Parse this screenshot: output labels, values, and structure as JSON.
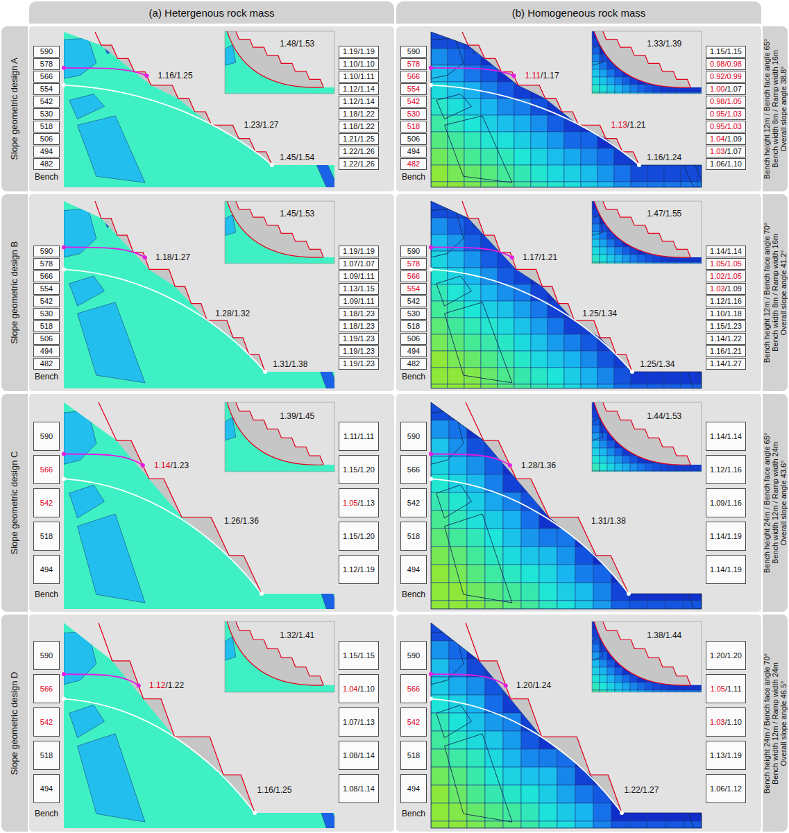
{
  "diagram": {
    "nodes": [
      {
        "text": [
          "(a) Hetergenous rock mass"
        ]
      },
      {
        "text": [
          "(b) Homogeneous rock mass"
        ]
      },
      {
        "text": [
          "Slope geometric design A"
        ]
      },
      {
        "text": [
          "590"
        ]
      },
      {
        "text": [
          "578"
        ]
      },
      {
        "text": [
          "566"
        ]
      },
      {
        "text": [
          "554"
        ]
      },
      {
        "text": [
          "542"
        ]
      },
      {
        "text": [
          "530"
        ]
      },
      {
        "text": [
          "518"
        ]
      },
      {
        "text": [
          "506"
        ]
      },
      {
        "text": [
          "494"
        ]
      },
      {
        "text": [
          "482"
        ]
      },
      {
        "text": [
          "1.19/1.19"
        ]
      },
      {
        "text": [
          "1.10/1.10"
        ]
      },
      {
        "text": [
          "1.10/1.11"
        ]
      },
      {
        "text": [
          "1.12/1.14"
        ]
      },
      {
        "text": [
          "1.12/1.14"
        ]
      },
      {
        "text": [
          "1.18/1.22"
        ]
      },
      {
        "text": [
          "1.18/1.22"
        ]
      },
      {
        "text": [
          "1.21/1.25"
        ]
      },
      {
        "text": [
          "1.22/1.26"
        ]
      },
      {
        "text": [
          "1.22/1.26"
        ]
      },
      {
        "text": [
          "590"
        ]
      },
      {
        "text": [
          "578"
        ]
      },
      {
        "text": [
          "566"
        ]
      },
      {
        "text": [
          "554"
        ]
      },
      {
        "text": [
          "542"
        ]
      },
      {
        "text": [
          "530"
        ]
      },
      {
        "text": [
          "518"
        ]
      },
      {
        "text": [
          "506"
        ]
      },
      {
        "text": [
          "494"
        ]
      },
      {
        "text": [
          "482"
        ]
      },
      {
        "text": [
          "1.15/1.15"
        ]
      },
      {
        "text": [
          "0.98/0.98"
        ]
      },
      {
        "text": [
          "0.92/0.99"
        ]
      },
      {
        "text": [
          "1.00/1.07"
        ]
      },
      {
        "text": [
          "0.98/1.05"
        ]
      },
      {
        "text": [
          "0.95/1.03"
        ]
      },
      {
        "text": [
          "0.95/1.03"
        ]
      },
      {
        "text": [
          "1.04/1.09"
        ]
      },
      {
        "text": [
          "1.03/1.07"
        ]
      },
      {
        "text": [
          "1.06/1.10"
        ]
      },
      {
        "text": [
          "Bench height 12m / Bench face angle 65°",
          "Bench width 8m / Ramp width 16m",
          "Overall slope angle 38.8°"
        ]
      },
      {
        "text": [
          "Slope geometric design B"
        ]
      },
      {
        "text": [
          "590"
        ]
      },
      {
        "text": [
          "578"
        ]
      },
      {
        "text": [
          "566"
        ]
      },
      {
        "text": [
          "554"
        ]
      },
      {
        "text": [
          "542"
        ]
      },
      {
        "text": [
          "530"
        ]
      },
      {
        "text": [
          "518"
        ]
      },
      {
        "text": [
          "506"
        ]
      },
      {
        "text": [
          "494"
        ]
      },
      {
        "text": [
          "482"
        ]
      },
      {
        "text": [
          "1.19/1.19"
        ]
      },
      {
        "text": [
          "1.07/1.07"
        ]
      },
      {
        "text": [
          "1.09/1.11"
        ]
      },
      {
        "text": [
          "1.13/1.15"
        ]
      },
      {
        "text": [
          "1.09/1.11"
        ]
      },
      {
        "text": [
          "1.18/1.23"
        ]
      },
      {
        "text": [
          "1.18/1.23"
        ]
      },
      {
        "text": [
          "1.19/1.23"
        ]
      },
      {
        "text": [
          "1.19/1.23"
        ]
      },
      {
        "text": [
          "1.19/1.23"
        ]
      },
      {
        "text": [
          "590"
        ]
      },
      {
        "text": [
          "578"
        ]
      },
      {
        "text": [
          "566"
        ]
      },
      {
        "text": [
          "554"
        ]
      },
      {
        "text": [
          "542"
        ]
      },
      {
        "text": [
          "530"
        ]
      },
      {
        "text": [
          "518"
        ]
      },
      {
        "text": [
          "506"
        ]
      },
      {
        "text": [
          "494"
        ]
      },
      {
        "text": [
          "482"
        ]
      },
      {
        "text": [
          "1.14/1.14"
        ]
      },
      {
        "text": [
          "1.05/1.05"
        ]
      },
      {
        "text": [
          "1.02/1.05"
        ]
      },
      {
        "text": [
          "1.03/1.09"
        ]
      },
      {
        "text": [
          "1.12/1.16"
        ]
      },
      {
        "text": [
          "1.10/1.18"
        ]
      },
      {
        "text": [
          "1.15/1.23"
        ]
      },
      {
        "text": [
          "1.14/1.22"
        ]
      },
      {
        "text": [
          "1.16/1.21"
        ]
      },
      {
        "text": [
          "1.14/1.27"
        ]
      },
      {
        "text": [
          "Bench height 12m / Bench face angle 70°",
          "Bench width 8m / Ramp width 16m",
          "Overall slope angle 41.2°"
        ]
      },
      {
        "text": [
          "Slope geometric design C"
        ]
      },
      {
        "text": [
          "590"
        ]
      },
      {
        "text": [
          "566"
        ]
      },
      {
        "text": [
          "542"
        ]
      },
      {
        "text": [
          "518"
        ]
      },
      {
        "text": [
          "494"
        ]
      },
      {
        "text": [
          "1.11/1.11"
        ]
      },
      {
        "text": [
          "1.15/1.20"
        ]
      },
      {
        "text": [
          "1.05/1.13"
        ]
      },
      {
        "text": [
          "1.15/1.20"
        ]
      },
      {
        "text": [
          "1.12/1.19"
        ]
      },
      {
        "text": [
          "590"
        ]
      },
      {
        "text": [
          "566"
        ]
      },
      {
        "text": [
          "542"
        ]
      },
      {
        "text": [
          "518"
        ]
      },
      {
        "text": [
          "494"
        ]
      },
      {
        "text": [
          "1.14/1.14"
        ]
      },
      {
        "text": [
          "1.12/1.16"
        ]
      },
      {
        "text": [
          "1.09/1.16"
        ]
      },
      {
        "text": [
          "1.14/1.19"
        ]
      },
      {
        "text": [
          "1.14/1.19"
        ]
      },
      {
        "text": [
          "Bench height 24m / Bench face angle 65°",
          "Bench width 12m / Ramp width 24m",
          "Overall slope angle 43.6°"
        ]
      },
      {
        "text": [
          "Slope geometric design D"
        ]
      },
      {
        "text": [
          "590"
        ]
      },
      {
        "text": [
          "566"
        ]
      },
      {
        "text": [
          "542"
        ]
      },
      {
        "text": [
          "518"
        ]
      },
      {
        "text": [
          "494"
        ]
      },
      {
        "text": [
          "1.15/1.15"
        ]
      },
      {
        "text": [
          "1.04/1.10"
        ]
      },
      {
        "text": [
          "1.07/1.13"
        ]
      },
      {
        "text": [
          "1.08/1.14"
        ]
      },
      {
        "text": [
          "1.08/1.14"
        ]
      },
      {
        "text": [
          "590"
        ]
      },
      {
        "text": [
          "566"
        ]
      },
      {
        "text": [
          "542"
        ]
      },
      {
        "text": [
          "518"
        ]
      },
      {
        "text": [
          "494"
        ]
      },
      {
        "text": [
          "1.20/1.20"
        ]
      },
      {
        "text": [
          "1.05/1.11"
        ]
      },
      {
        "text": [
          "1.03/1.10"
        ]
      },
      {
        "text": [
          "1.13/1.19"
        ]
      },
      {
        "text": [
          "1.06/1.12"
        ]
      },
      {
        "text": [
          "Bench height 24m / Bench face angle 70°",
          "Bench width 12m / Ramp width 24m",
          "Overall slope angle 46.5°"
        ]
      }
    ],
    "labels": [
      "1.16/1.25",
      "1.23/1.27",
      "1.45/1.54",
      "1.48/1.53",
      "Bench",
      "1.11/1.17",
      "1.13/1.21",
      "1.16/1.24",
      "1.33/1.39",
      "Bench",
      "1.18/1.27",
      "1.28/1.32",
      "1.31/1.38",
      "1.45/1.53",
      "Bench",
      "1.17/1.21",
      "1.25/1.34",
      "1.25/1.34",
      "1.47/1.55",
      "Bench",
      "1.14/1.23",
      "1.26/1.36",
      "1.39/1.45",
      "Bench",
      "1.28/1.36",
      "1.31/1.38",
      "1.44/1.53",
      "Bench",
      "1.12/1.22",
      "1.16/1.25",
      "1.32/1.41",
      "Bench",
      "1.20/1.24",
      "1.22/1.27",
      "1.38/1.44",
      "Bench"
    ]
  }
}
